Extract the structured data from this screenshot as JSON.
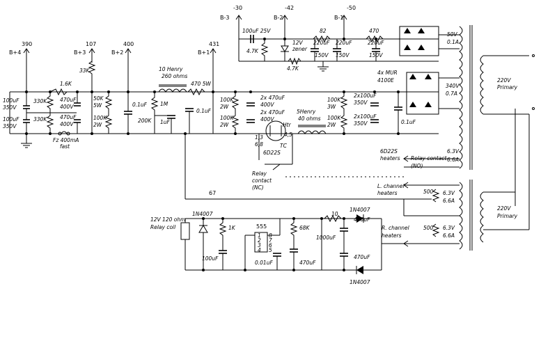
{
  "rails": {
    "b4": {
      "v": "390",
      "name": "B+4"
    },
    "b3": {
      "v": "107",
      "name": "B+3"
    },
    "b2": {
      "v": "400",
      "name": "B+2"
    },
    "b1": {
      "v": "431",
      "name": "B+1"
    },
    "nb3": {
      "v": "-30",
      "name": "B-3"
    },
    "nb2": {
      "v": "-42",
      "name": "B-2"
    },
    "nb1": {
      "v": "-50",
      "name": "B-1"
    }
  },
  "labels": {
    "c100_350_a": "100uF",
    "c350_a": "350V",
    "c100_350_b": "100uF",
    "c350_b": "350V",
    "r330_a": "330K",
    "r330_b": "330K",
    "r16k": "1.6K",
    "c470_a": "470uF",
    "v400_a": "400V",
    "c470_b": "470uF",
    "v400_b": "400V",
    "r33k": "33K",
    "r50k": "50K",
    "w5a": "5W",
    "r100k_a": "100K",
    "w2a": "2W",
    "c01_a": "0.1uF",
    "choke1_a": "10 Henry",
    "choke1_b": "260 ohms",
    "r470_5w": "470 5W",
    "r1m": "1M",
    "r200k": "200K",
    "c1uf": "1uF",
    "c01_b": "0.1uF",
    "r100k_b": "100K",
    "w2b": "2W",
    "r100k_c": "100K",
    "w2c": "2W",
    "c2x470_a": "2x 470uF",
    "v400_c": "400V",
    "c2x470_b": "2x 470uF",
    "v400_d": "400V",
    "choke2_a": "5Henry",
    "choke2_b": "40 ohms",
    "r100k_d": "100K",
    "w3a": "3W",
    "r100k_e": "100K",
    "w2d": "2W",
    "c2x100_a": "2x100uF",
    "v350_c": "350V",
    "c2x100_b": "2x100uF",
    "v350_d": "350V",
    "c01_c": "0.1uF",
    "mur_a": "4x MUR",
    "mur_b": "4100E",
    "sec340": "340V",
    "sec340i": "0.7A",
    "c100_25": "100uF 25V",
    "r47k_a": "4.7K",
    "zener_a": "12V",
    "zener_b": "zener",
    "r47k_b": "4.7K",
    "r82": "82",
    "c220_a": "220uF",
    "v150_a": "150V",
    "c220_b": "220uF",
    "v150_b": "150V",
    "r470": "470",
    "c220_c": "220uF",
    "v150_c": "150V",
    "sec50": "50V",
    "sec50i": "0.1A",
    "pri220_a": "220V",
    "pri_a": "Primary",
    "fuse_a": "Fz 400mA",
    "fuse_b": "fast",
    "tube_pins_a": "1,3",
    "tube_pins_b": "6,8",
    "tube_htr": "Htr",
    "tube_pins_c": "4,5",
    "tube_tc": "TC",
    "tube_name": "6D22S",
    "relay_nc_a": "Relay",
    "relay_nc_b": "contact",
    "relay_nc_c": "(NC)",
    "heat_a": "6D22S",
    "heat_b": "heaters",
    "sec63_a": "6.3V",
    "sec66_a": "6.6A",
    "relay_no_a": "Relay contact",
    "relay_no_b": "(NO)",
    "node67": "67",
    "lch_a": "L. channel",
    "lch_b": "heaters",
    "pot500_a": "500",
    "sec63_b": "6.3V",
    "sec66_b": "6.6A",
    "pri220_b": "220V",
    "pri_b": "Primary",
    "rch_a": "R. channel",
    "rch_b": "heaters",
    "pot500_b": "500",
    "sec63_c": "6.3V",
    "sec66_c": "6.6A",
    "coil_a": "12V 120 ohm",
    "coil_b": "Relay coil",
    "d1n_a": "1N4007",
    "r1k": "1K",
    "c100_b": "100uF",
    "ic555": "555",
    "ic_p1": "1",
    "ic_p2": "2",
    "ic_p3": "3",
    "ic_p4": "4",
    "ic_p8": "8",
    "ic_p7": "7",
    "ic_p6": "6",
    "ic_p5": "5",
    "c001": "0.01uF",
    "r68k": "68K",
    "c470_c": "470uF",
    "r10": "10",
    "c1000": "1000uF",
    "d1n_b": "1N4007",
    "c470_d": "470uF",
    "c470_e": "470uF",
    "d1n_c": "1N4007"
  }
}
